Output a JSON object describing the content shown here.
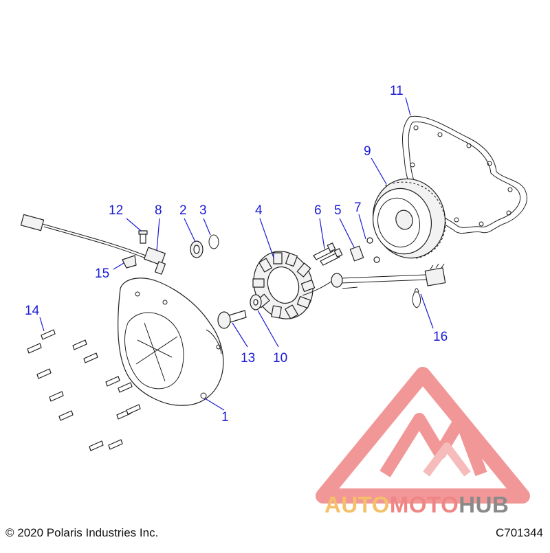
{
  "callouts": {
    "c1": "1",
    "c2": "2",
    "c3": "3",
    "c4": "4",
    "c5": "5",
    "c6": "6",
    "c7": "7",
    "c8": "8",
    "c9": "9",
    "c10": "10",
    "c11": "11",
    "c12": "12",
    "c13": "13",
    "c14": "14",
    "c15": "15",
    "c16": "16"
  },
  "footer": {
    "copyright": "© 2020 Polaris Industries Inc.",
    "figure_id": "C701344"
  },
  "watermark": {
    "part1": "AUTO",
    "part2": "MOTO",
    "part3": "HUB",
    "color1": "#f5c06a",
    "color2": "#f08585",
    "color3": "#8a8a8a",
    "logo_color": "#f08585"
  },
  "colors": {
    "callout": "#1a1ad6",
    "line": "#1e1e1e"
  }
}
